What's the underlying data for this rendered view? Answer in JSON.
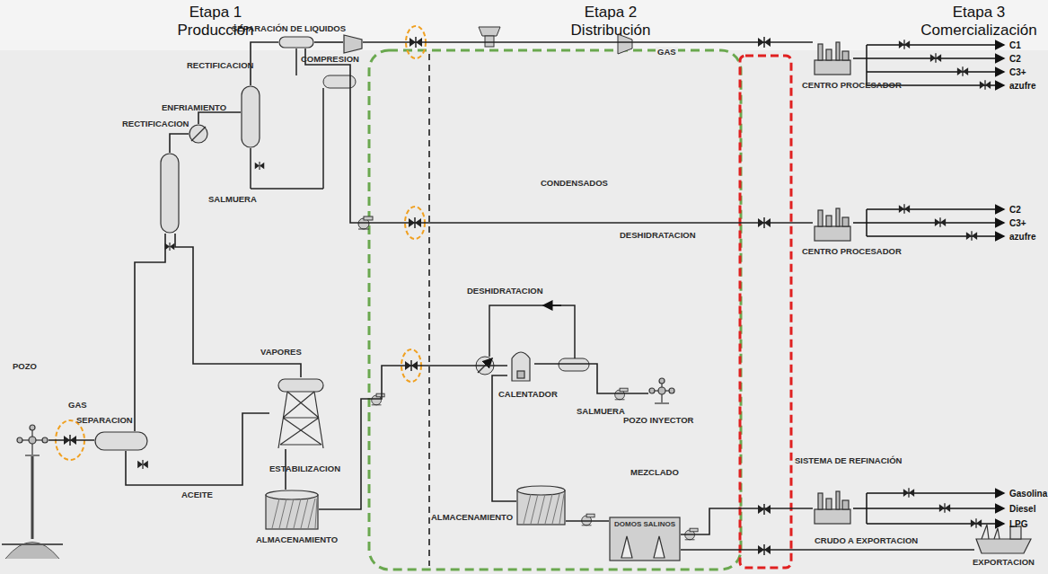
{
  "diagram": {
    "nodes": [
      {
        "text": [
          "POZO"
        ]
      },
      {
        "text": [
          "SEPARACION"
        ]
      },
      {
        "text": [
          "RECTIFICACION"
        ]
      },
      {
        "text": [
          "ENFRIAMIENTO"
        ]
      },
      {
        "text": [
          "RECTIFICACION"
        ]
      },
      {
        "text": [
          "SEPARACIÓN DE LIQUIDOS"
        ]
      },
      {
        "text": [
          "COMPRESION"
        ]
      },
      {
        "text": [
          "ESTABILIZACION"
        ]
      },
      {
        "text": [
          "ALMACENAMIENTO"
        ]
      },
      {
        "text": [
          "CALENTADOR"
        ]
      },
      {
        "text": [
          "POZO INYECTOR"
        ]
      },
      {
        "text": [
          "ALMACENAMIENTO"
        ]
      },
      {
        "text": [
          "DOMOS SALINOS"
        ]
      },
      {
        "text": [
          "CENTRO PROCESADOR"
        ]
      },
      {
        "text": [
          "CENTRO PROCESADOR"
        ]
      },
      {
        "text": [
          "SISTEMA DE REFINACIÓN"
        ]
      },
      {
        "text": [
          "EXPORTACION"
        ]
      }
    ],
    "edges": [
      {
        "from": 0,
        "to": 1,
        "arrow": "none"
      },
      {
        "from": 1,
        "to": 2,
        "arrow": "none"
      },
      {
        "from": 1,
        "to": 7,
        "label": "ACEITE",
        "arrow": "none"
      },
      {
        "from": 2,
        "to": 3,
        "arrow": "none"
      },
      {
        "from": 3,
        "to": 4,
        "arrow": "none"
      },
      {
        "from": 4,
        "to": 5,
        "arrow": "none"
      },
      {
        "from": 5,
        "to": 6,
        "arrow": "none"
      },
      {
        "from": 7,
        "to": 2,
        "label": "VAPORES",
        "arrow": "none"
      },
      {
        "from": 7,
        "to": 8,
        "arrow": "none"
      },
      {
        "from": 6,
        "to": 13,
        "label": "GAS",
        "arrow": "none"
      },
      {
        "from": 5,
        "to": 14,
        "label": "CONDENSADOS",
        "arrow": "none"
      },
      {
        "from": 8,
        "to": 9,
        "arrow": "none"
      },
      {
        "from": 9,
        "to": 10,
        "label": "SALMUERA",
        "arrow": "none"
      },
      {
        "from": 9,
        "to": 11,
        "arrow": "none"
      },
      {
        "from": 11,
        "to": 12,
        "label": "MEZCLADO",
        "arrow": "none"
      },
      {
        "from": 12,
        "to": 15,
        "arrow": "none"
      },
      {
        "from": 12,
        "to": 16,
        "label": "CRUDO A EXPORTACION",
        "arrow": "none"
      }
    ],
    "labels": [
      "Etapa 1",
      "Producción",
      "Etapa 2",
      "Distribución",
      "Etapa 3",
      "Comercialización",
      "GAS",
      "SALMUERA",
      "DESHIDRATACION",
      "DESHIDRATACION",
      "C1",
      "C2",
      "C3+",
      "azufre",
      "C2",
      "C3+",
      "azufre",
      "Gasolina",
      "Diesel",
      "LPG"
    ]
  }
}
